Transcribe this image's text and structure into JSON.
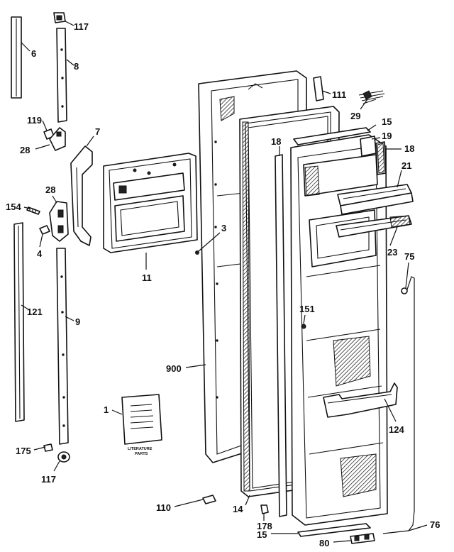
{
  "callouts": [
    {
      "id": "p117a",
      "text": "117"
    },
    {
      "id": "p6",
      "text": "6"
    },
    {
      "id": "p8",
      "text": "8"
    },
    {
      "id": "p119",
      "text": "119"
    },
    {
      "id": "p28a",
      "text": "28"
    },
    {
      "id": "p7",
      "text": "7"
    },
    {
      "id": "p28b",
      "text": "28"
    },
    {
      "id": "p154",
      "text": "154"
    },
    {
      "id": "p4",
      "text": "4"
    },
    {
      "id": "p121",
      "text": "121"
    },
    {
      "id": "p9",
      "text": "9"
    },
    {
      "id": "p11",
      "text": "11"
    },
    {
      "id": "p3",
      "text": "3"
    },
    {
      "id": "p900",
      "text": "900"
    },
    {
      "id": "p1",
      "text": "1"
    },
    {
      "id": "p175",
      "text": "175"
    },
    {
      "id": "p117b",
      "text": "117"
    },
    {
      "id": "p110",
      "text": "110"
    },
    {
      "id": "p14",
      "text": "14"
    },
    {
      "id": "p178",
      "text": "178"
    },
    {
      "id": "p15b",
      "text": "15"
    },
    {
      "id": "p80",
      "text": "80"
    },
    {
      "id": "p76",
      "text": "76"
    },
    {
      "id": "p111",
      "text": "111"
    },
    {
      "id": "p29",
      "text": "29"
    },
    {
      "id": "p15a",
      "text": "15"
    },
    {
      "id": "p18a",
      "text": "18"
    },
    {
      "id": "p19",
      "text": "19"
    },
    {
      "id": "p18b",
      "text": "18"
    },
    {
      "id": "p21",
      "text": "21"
    },
    {
      "id": "p23",
      "text": "23"
    },
    {
      "id": "p75",
      "text": "75"
    },
    {
      "id": "p151",
      "text": "151"
    },
    {
      "id": "p124",
      "text": "124"
    }
  ],
  "literature": {
    "line1": "LITERATURE",
    "line2": "PARTS"
  }
}
